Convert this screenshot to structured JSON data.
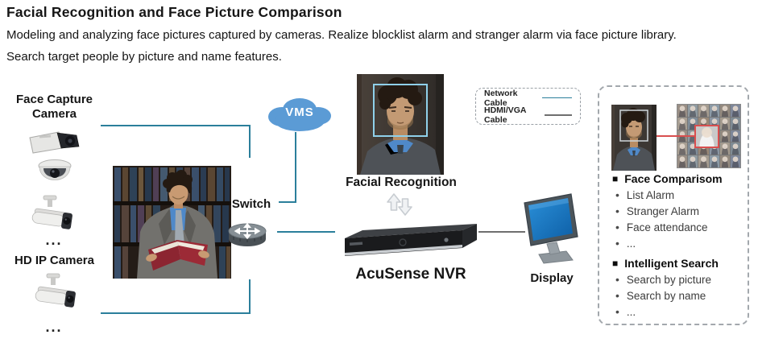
{
  "header": {
    "title": "Facial Recognition and Face Picture Comparison",
    "subtitle1": "Modeling and analyzing face pictures captured by cameras. Realize blocklist alarm and stranger alarm via face picture library.",
    "subtitle2": "Search target people by picture and name features."
  },
  "labels": {
    "face_capture_camera": "Face Capture Camera",
    "hd_ip_camera": "HD IP Camera",
    "ellipsis": "...",
    "vms": "VMS",
    "switch": "Switch",
    "facial_recognition": "Facial Recognition",
    "nvr": "AcuSense NVR",
    "display": "Display"
  },
  "legend": {
    "items": [
      {
        "label": "Network Cable"
      },
      {
        "label": "HDMI/VGA Cable"
      }
    ]
  },
  "panel": {
    "sections": [
      {
        "heading": "Face Comparisom",
        "items": [
          "List Alarm",
          "Stranger Alarm",
          "Face attendance",
          "..."
        ]
      },
      {
        "heading": "Intelligent Search",
        "items": [
          "Search by picture",
          "Search by name",
          "..."
        ]
      }
    ]
  },
  "icons": {
    "square": "■",
    "dot": "•"
  },
  "colors": {
    "network_line": "#2b7f9b",
    "hdmi_line": "#6f6f6f",
    "cloud": "#5b9bd5",
    "detection_box": "#8fd0ea",
    "match_red": "#d94f4f"
  }
}
